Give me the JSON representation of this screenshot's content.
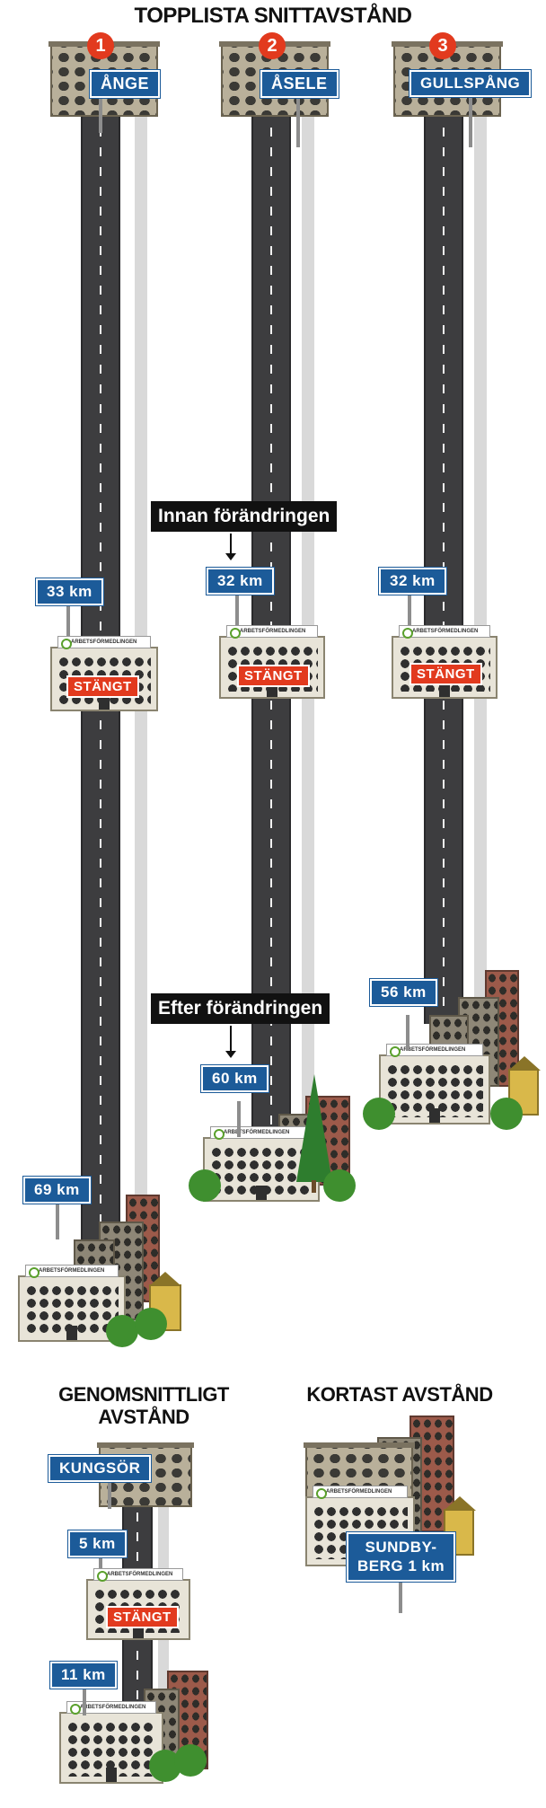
{
  "title": "TOPPLISTA SNITTAVSTÅND",
  "top": [
    {
      "rank": "1",
      "town": "ÅNGE",
      "before": "33 km",
      "after": "69 km"
    },
    {
      "rank": "2",
      "town": "ÅSELE",
      "before": "32 km",
      "after": "60 km"
    },
    {
      "rank": "3",
      "town": "GULLSPÅNG",
      "before": "32 km",
      "after": "56 km"
    }
  ],
  "closed_label": "STÄNGT",
  "office_label": "ARBETSFÖRMEDLINGEN",
  "captions": {
    "before": "Innan förändringen",
    "after": "Efter förändringen"
  },
  "average": {
    "heading_1": "GENOMSNITTLIGT",
    "heading_2": "AVSTÅND",
    "town": "KUNGSÖR",
    "before": "5 km",
    "after": "11 km"
  },
  "shortest": {
    "heading": "KORTAST AVSTÅND",
    "line_1": "SUNDBY-",
    "line_2": "BERG 1 km"
  },
  "colors": {
    "sign_blue": "#1c5b99",
    "closed_red": "#e23a1e",
    "road": "#3d3d3f"
  }
}
